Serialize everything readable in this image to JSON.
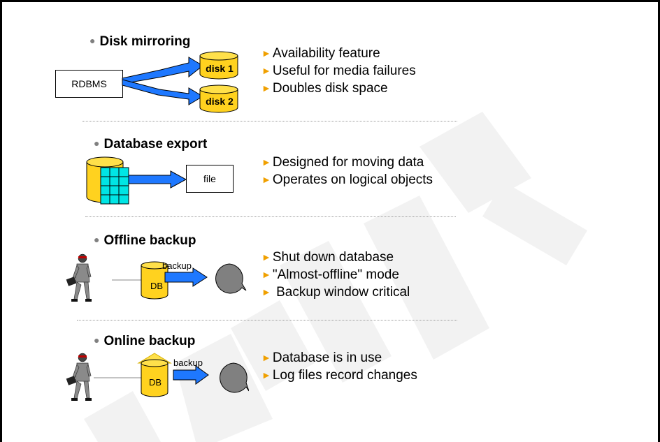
{
  "watermark": {
    "text": "Draft"
  },
  "sections": [
    {
      "heading": "Disk mirroring",
      "labels": {
        "source": "RDBMS",
        "disk1": "disk 1",
        "disk2": "disk 2"
      },
      "bullets": [
        "Availability feature",
        "Useful for media failures",
        "Doubles disk space"
      ]
    },
    {
      "heading": "Database export",
      "labels": {
        "target": "file"
      },
      "bullets": [
        "Designed for moving data",
        "Operates on logical objects"
      ]
    },
    {
      "heading": "Offline backup",
      "labels": {
        "db": "DB",
        "arrow": "backup"
      },
      "bullets": [
        "Shut down database",
        "\"Almost-offline\" mode",
        " Backup window critical"
      ]
    },
    {
      "heading": "Online backup",
      "labels": {
        "db": "DB",
        "arrow": "backup"
      },
      "bullets": [
        "Database is in use",
        "Log files record changes"
      ]
    }
  ],
  "colors": {
    "bullet_triangle": "#f0a000",
    "cylinder": "#ffd21f",
    "arrow": "#1e78ff",
    "grid": "#00e5e5",
    "tape": "#808080"
  }
}
